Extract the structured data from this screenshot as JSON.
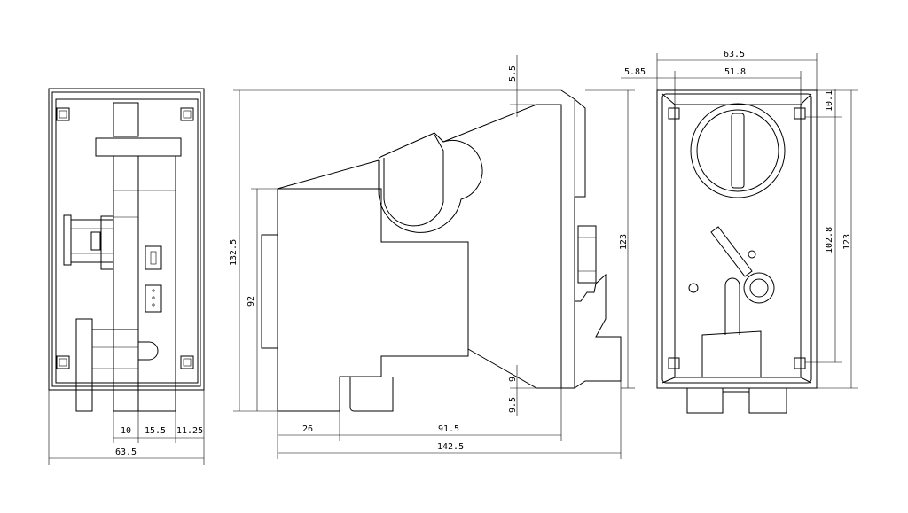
{
  "colors": {
    "line": "#000000",
    "background": "#ffffff"
  },
  "front_view": {
    "dim_10": "10",
    "dim_15_5": "15.5",
    "dim_11_25": "11.25",
    "dim_63_5": "63.5"
  },
  "side_view": {
    "dim_5_5": "5.5",
    "dim_132_5": "132.5",
    "dim_92": "92",
    "dim_123": "123",
    "dim_9": "9",
    "dim_9_5": "9.5",
    "dim_26": "26",
    "dim_91_5": "91.5",
    "dim_142_5": "142.5"
  },
  "back_view": {
    "dim_63_5": "63.5",
    "dim_5_85": "5.85",
    "dim_51_8": "51.8",
    "dim_10_1": "10.1",
    "dim_102_8": "102.8",
    "dim_123": "123"
  }
}
